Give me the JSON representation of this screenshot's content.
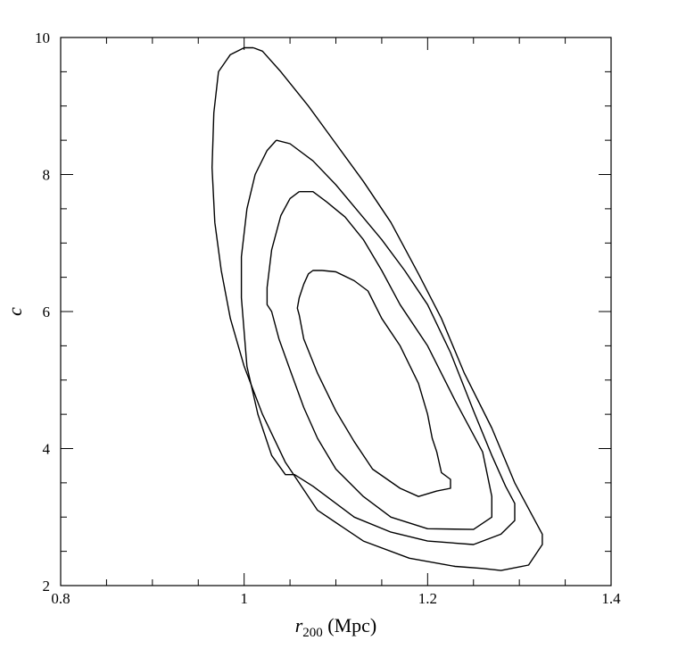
{
  "chart_data": {
    "type": "line",
    "xlabel": {
      "symbol": "r",
      "subscript": "200",
      "unit": "(Mpc)"
    },
    "ylabel": "c",
    "xlim": [
      0.8,
      1.4
    ],
    "ylim": [
      2,
      10
    ],
    "xticks": [
      0.8,
      1,
      1.2,
      1.4
    ],
    "xtick_labels": [
      "0.8",
      "1",
      "1.2",
      "1.4"
    ],
    "x_minor_step": 0.05,
    "yticks": [
      2,
      4,
      6,
      8,
      10
    ],
    "ytick_labels": [
      "2",
      "4",
      "6",
      "8",
      "10"
    ],
    "y_minor_step": 0.5,
    "grid": false,
    "series": [
      {
        "x": [
          1.085,
          1.1,
          1.12,
          1.135,
          1.15,
          1.17,
          1.19,
          1.2,
          1.205,
          1.21,
          1.215,
          1.225,
          1.225,
          1.21,
          1.19,
          1.17,
          1.14,
          1.12,
          1.1,
          1.08,
          1.065,
          1.06,
          1.058,
          1.06,
          1.065,
          1.07,
          1.075,
          1.085
        ],
        "y": [
          6.6,
          6.58,
          6.45,
          6.3,
          5.9,
          5.5,
          4.95,
          4.5,
          4.15,
          3.95,
          3.65,
          3.55,
          3.42,
          3.38,
          3.3,
          3.42,
          3.7,
          4.1,
          4.55,
          5.1,
          5.6,
          5.95,
          6.05,
          6.2,
          6.4,
          6.55,
          6.6,
          6.6
        ]
      },
      {
        "x": [
          1.06,
          1.075,
          1.09,
          1.11,
          1.13,
          1.15,
          1.17,
          1.2,
          1.23,
          1.26,
          1.27,
          1.27,
          1.25,
          1.2,
          1.16,
          1.13,
          1.1,
          1.08,
          1.065,
          1.05,
          1.038,
          1.03,
          1.025,
          1.025,
          1.03,
          1.04,
          1.05,
          1.06
        ],
        "y": [
          7.75,
          7.75,
          7.6,
          7.38,
          7.05,
          6.6,
          6.1,
          5.5,
          4.7,
          3.95,
          3.3,
          3.0,
          2.82,
          2.83,
          3.0,
          3.3,
          3.7,
          4.15,
          4.6,
          5.15,
          5.6,
          6.0,
          6.1,
          6.35,
          6.9,
          7.4,
          7.65,
          7.75
        ]
      },
      {
        "x": [
          1.035,
          1.05,
          1.075,
          1.1,
          1.125,
          1.15,
          1.175,
          1.2,
          1.225,
          1.25,
          1.27,
          1.285,
          1.295,
          1.295,
          1.28,
          1.25,
          1.2,
          1.16,
          1.12,
          1.09,
          1.075,
          1.055,
          1.045,
          1.03,
          1.015,
          1.003,
          0.997,
          0.997,
          1.003,
          1.012,
          1.025,
          1.035
        ],
        "y": [
          8.5,
          8.45,
          8.2,
          7.85,
          7.45,
          7.05,
          6.6,
          6.1,
          5.4,
          4.55,
          3.9,
          3.45,
          3.2,
          2.95,
          2.75,
          2.6,
          2.65,
          2.78,
          3.0,
          3.3,
          3.45,
          3.62,
          3.62,
          3.9,
          4.5,
          5.2,
          6.2,
          6.8,
          7.5,
          8.0,
          8.35,
          8.5
        ]
      },
      {
        "x": [
          1.01,
          1.02,
          1.04,
          1.07,
          1.1,
          1.13,
          1.16,
          1.19,
          1.215,
          1.24,
          1.27,
          1.295,
          1.315,
          1.325,
          1.325,
          1.31,
          1.28,
          1.26,
          1.23,
          1.18,
          1.13,
          1.08,
          1.045,
          1.02,
          1.0,
          0.985,
          0.975,
          0.968,
          0.965,
          0.967,
          0.972,
          0.985,
          1.0,
          1.01
        ],
        "y": [
          9.85,
          9.8,
          9.5,
          9.0,
          8.45,
          7.9,
          7.3,
          6.55,
          5.9,
          5.1,
          4.3,
          3.5,
          3.0,
          2.75,
          2.6,
          2.3,
          2.22,
          2.25,
          2.28,
          2.4,
          2.65,
          3.1,
          3.8,
          4.5,
          5.2,
          5.9,
          6.6,
          7.3,
          8.1,
          8.9,
          9.5,
          9.75,
          9.85,
          9.85
        ]
      }
    ]
  }
}
